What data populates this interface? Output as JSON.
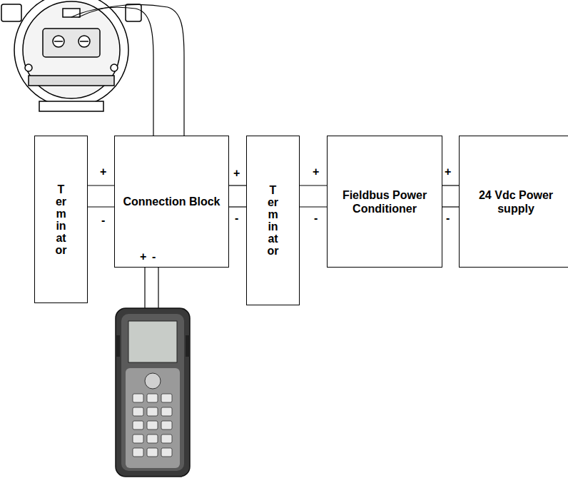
{
  "diagram": {
    "nodes": [
      {
        "text": [
          "Terminator"
        ]
      },
      {
        "text": [
          "Connection Block"
        ]
      },
      {
        "text": [
          "Terminator"
        ]
      },
      {
        "text": [
          "Fieldbus Power Conditioner"
        ]
      },
      {
        "text": [
          "24 Vdc Power supply"
        ]
      }
    ],
    "edges": [
      {
        "from": 0,
        "to": 1,
        "arrow": "none"
      },
      {
        "from": 0,
        "to": 1,
        "arrow": "none"
      },
      {
        "from": 1,
        "to": 2,
        "arrow": "none"
      },
      {
        "from": 1,
        "to": 2,
        "arrow": "none"
      },
      {
        "from": 2,
        "to": 3,
        "arrow": "none"
      },
      {
        "from": 2,
        "to": 3,
        "arrow": "none"
      },
      {
        "from": 3,
        "to": 4,
        "arrow": "none"
      },
      {
        "from": 3,
        "to": 4,
        "arrow": "none"
      }
    ],
    "labels": [
      "+",
      "-",
      "+",
      "-",
      "+",
      "-",
      "+",
      "-",
      "+",
      "-"
    ]
  }
}
